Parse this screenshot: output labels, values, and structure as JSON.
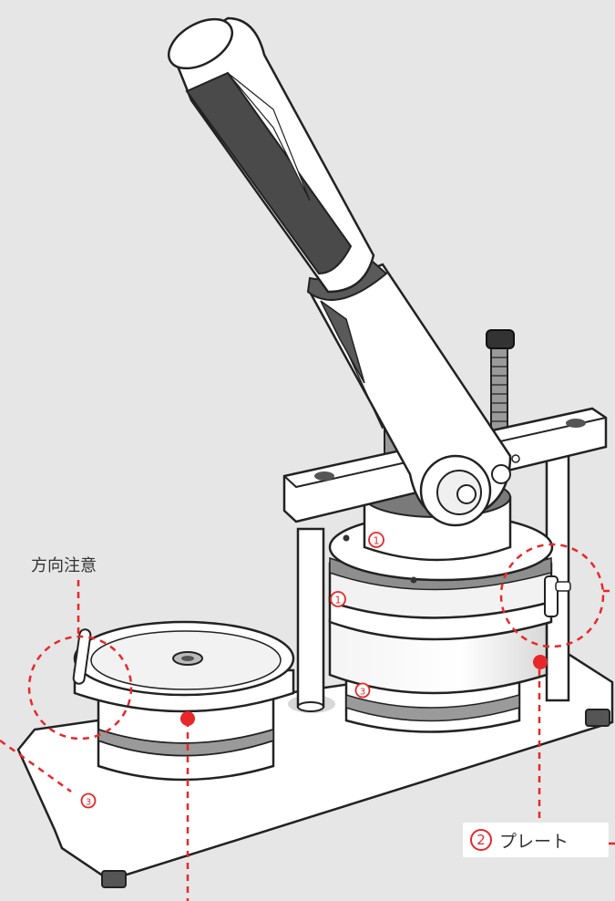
{
  "labels": {
    "direction_caution": "方向注意",
    "plate_number": "2",
    "plate_text": "プレート"
  },
  "markers": {
    "top_plate_top": "1",
    "top_plate_side": "1",
    "bottom_plate": "3",
    "base_mark": "3"
  },
  "colors": {
    "background": "#e6e6e6",
    "annotation_red": "#e8272a",
    "outline": "#222222",
    "handle_dark": "#4a4a4a"
  }
}
